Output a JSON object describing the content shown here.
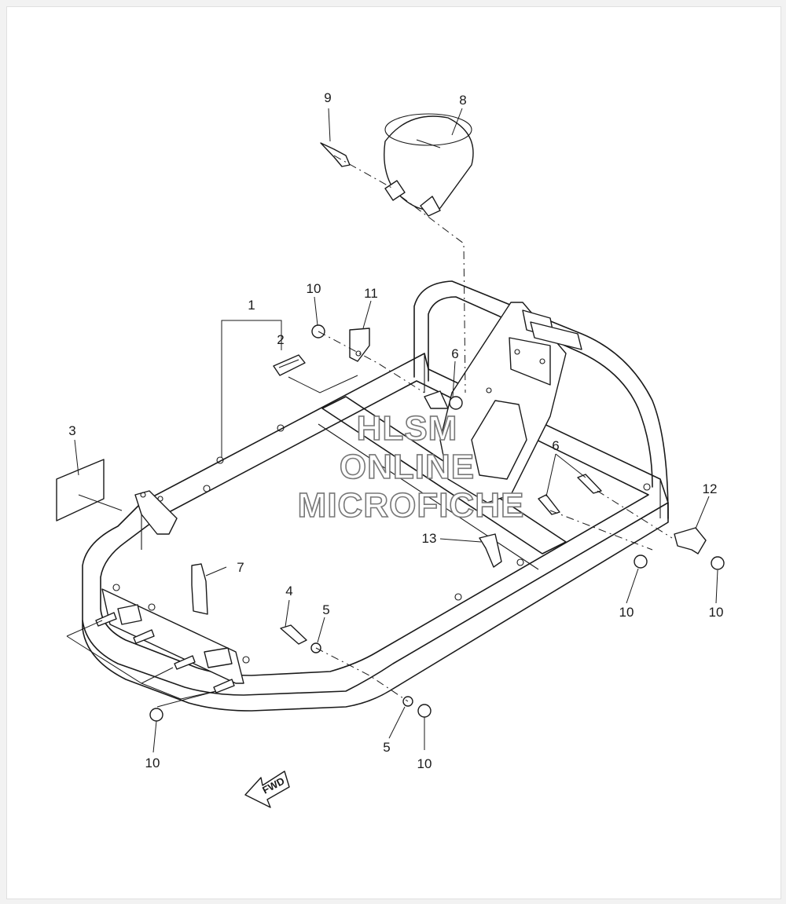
{
  "watermark": {
    "line1": "HLSM",
    "line2": "ONLINE",
    "line3": "MICROFICHE"
  },
  "fwd_label": "FWD",
  "callouts": {
    "c1": "1",
    "c2": "2",
    "c3": "3",
    "c4": "4",
    "c5a": "5",
    "c5b": "5",
    "c6a": "6",
    "c6b": "6",
    "c7": "7",
    "c8": "8",
    "c9": "9",
    "c10a": "10",
    "c10b": "10",
    "c10c": "10",
    "c10d": "10",
    "c10e": "10",
    "c11": "11",
    "c12": "12",
    "c13": "13"
  }
}
